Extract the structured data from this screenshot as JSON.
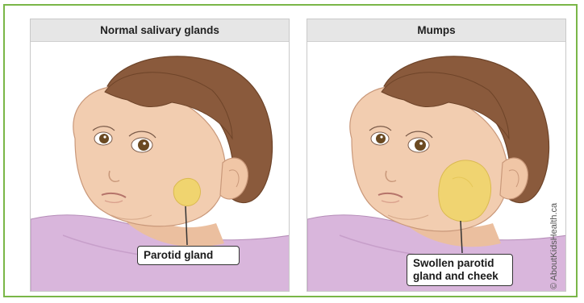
{
  "panels": {
    "left": {
      "title": "Normal salivary glands",
      "label": "Parotid gland"
    },
    "right": {
      "title": "Mumps",
      "label_line1": "Swollen parotid",
      "label_line2": "gland and cheek"
    }
  },
  "credit": "© AboutKidsHealth.ca",
  "colors": {
    "frame_border": "#7ab648",
    "header_bg": "#e6e6e6",
    "skin": "#f2cdb0",
    "hair": "#8a5a3c",
    "gland": "#f0d56c",
    "shirt": "#d9b6dc"
  }
}
